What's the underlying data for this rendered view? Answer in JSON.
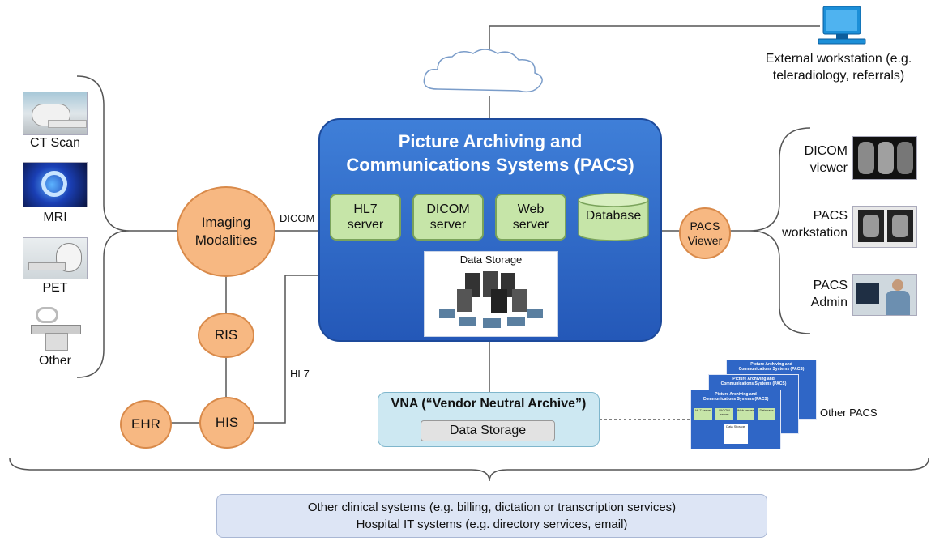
{
  "pacs": {
    "title_line1": "Picture Archiving and",
    "title_line2": "Communications Systems (PACS)"
  },
  "servers": [
    {
      "line1": "HL7",
      "line2": "server"
    },
    {
      "line1": "DICOM",
      "line2": "server"
    },
    {
      "line1": "Web",
      "line2": "server"
    }
  ],
  "database": "Database",
  "data_storage": "Data Storage",
  "modalities": {
    "ct": "CT Scan",
    "mri": "MRI",
    "pet": "PET",
    "other": "Other"
  },
  "nodes": {
    "imaging_line1": "Imaging",
    "imaging_line2": "Modalities",
    "ris": "RIS",
    "his": "HIS",
    "ehr": "EHR",
    "viewer_line1": "PACS",
    "viewer_line2": "Viewer"
  },
  "links": {
    "dicom": "DICOM",
    "hl7": "HL7"
  },
  "external": {
    "line1": "External workstation (e.g.",
    "line2": "teleradiology, referrals)"
  },
  "viewers": [
    {
      "line1": "DICOM",
      "line2": "viewer"
    },
    {
      "line1": "PACS",
      "line2": "workstation"
    },
    {
      "line1": "PACS",
      "line2": "Admin"
    }
  ],
  "vna": {
    "title": "VNA (“Vendor Neutral Archive”)",
    "storage": "Data Storage"
  },
  "other_pacs": "Other PACS",
  "mini_pacs": {
    "title_line1": "Picture Archiving and",
    "title_line2": "Communications Systems (PACS)",
    "hl7": "HL7 server",
    "dicom": "DICOM server",
    "web": "Web server",
    "db": "Database",
    "storage": "Data Storage"
  },
  "bottom": {
    "line1": "Other clinical systems (e.g. billing, dictation or transcription services)",
    "line2": "Hospital IT systems (e.g. directory services, email)"
  },
  "colors": {
    "pacs_blue": "#2f6bcb",
    "node_orange": "#f7b882",
    "server_green": "#c6e5a8",
    "vna_blue": "#cde8f2",
    "bottom_box": "#dde5f5"
  }
}
